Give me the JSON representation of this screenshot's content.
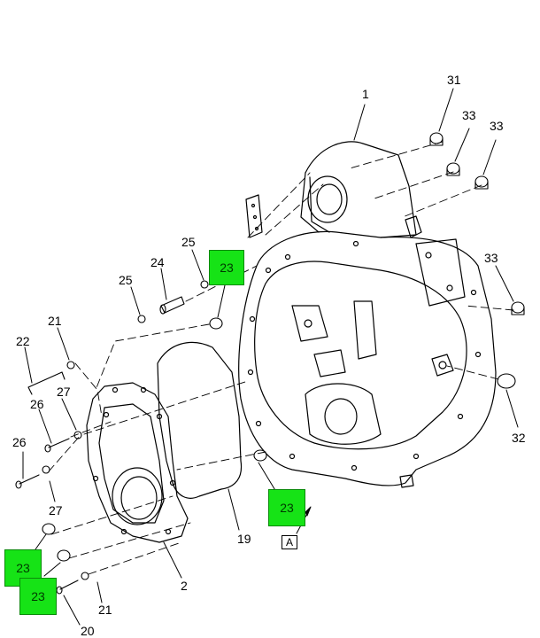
{
  "diagram": {
    "part_labels": {
      "l1": "1",
      "l2": "2",
      "l19": "19",
      "l20": "20",
      "l21a": "21",
      "l21b": "21",
      "l22": "22",
      "l24": "24",
      "l25a": "25",
      "l25b": "25",
      "l26a": "26",
      "l26b": "26",
      "l27a": "27",
      "l27b": "27",
      "l31": "31",
      "l32": "32",
      "l33a": "33",
      "l33b": "33",
      "l33c": "33"
    },
    "highlights": {
      "h1": "23",
      "h2": "23",
      "h3": "23",
      "h4": "23"
    },
    "view_callout": "A",
    "highlight_color": "#16e316"
  }
}
